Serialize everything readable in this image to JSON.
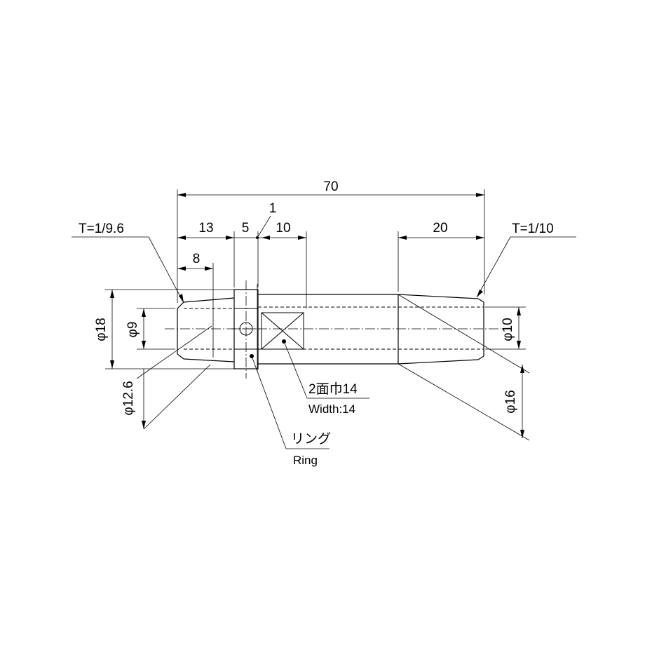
{
  "drawing": {
    "overall_length": "70",
    "dim_13": "13",
    "dim_5": "5",
    "dim_1": "1",
    "dim_10": "10",
    "dim_20": "20",
    "dim_8": "8",
    "taper_left": "T=1/9.6",
    "taper_right": "T=1/10",
    "dia_18": "φ18",
    "dia_9": "φ9",
    "dia_12_6": "φ12.6",
    "dia_10": "φ10",
    "dia_16": "φ16",
    "flats_jp": "2面巾14",
    "flats_en": "Width:14",
    "ring_jp": "リング",
    "ring_en": "Ring"
  }
}
